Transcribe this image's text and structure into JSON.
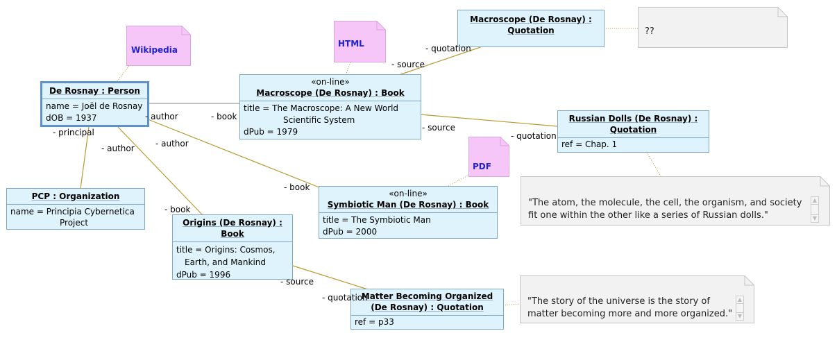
{
  "objects": {
    "person": {
      "title": "De Rosnay : Person",
      "attrs": [
        "name = Joël de Rosnay",
        "dOB = 1937"
      ]
    },
    "pcp": {
      "title": "PCP : Organization",
      "attrs": [
        "name = Principia Cybernetica",
        "Project"
      ]
    },
    "macroscope_book": {
      "stereotype": "«on-line»",
      "title": "Macroscope (De Rosnay) : Book",
      "attrs": [
        "title = The Macroscope: A New World",
        "Scientific System",
        "dPub = 1979"
      ]
    },
    "macroscope_quote": {
      "title1": "Macroscope (De Rosnay) :",
      "title2": "Quotation"
    },
    "russian_dolls": {
      "title1": "Russian Dolls (De Rosnay) :",
      "title2": "Quotation",
      "attrs": [
        "ref = Chap. 1"
      ]
    },
    "symbiotic": {
      "stereotype": "«on-line»",
      "title": "Symbiotic Man (De Rosnay) : Book",
      "attrs": [
        "title = The Symbiotic Man",
        "dPub = 2000"
      ]
    },
    "origins": {
      "title1": "Origins (De Rosnay) :",
      "title2": "Book",
      "attrs": [
        "title = Origins: Cosmos,",
        "Earth, and Mankind",
        "dPub = 1996"
      ]
    },
    "matter": {
      "title1": "Matter Becoming Organized",
      "title2": "(De Rosnay) : Quotation",
      "attrs": [
        "ref = p33"
      ]
    }
  },
  "notes": {
    "wikipedia": "Wikipedia",
    "html": "HTML",
    "pdf": "PDF",
    "unknown": "??",
    "russian_text": [
      "\"The atom, the molecule, the cell, the organism, and society",
      "fit one within the other like a series of Russian dolls.\""
    ],
    "matter_text": [
      "\"The story of the universe is the story of",
      "matter becoming more and more organized.\""
    ]
  },
  "labels": {
    "author1": "- author",
    "book1": "- book",
    "principal": "- principal",
    "author2": "- author",
    "author3": "- author",
    "book2": "- book",
    "book3": "- book",
    "quotation1": "- quotation",
    "source1": "- source",
    "source2": "- source",
    "quotation2": "- quotation",
    "source3": "- source",
    "quotation3": "- quotation"
  },
  "colors": {
    "object_fill": "#def3fb",
    "object_border": "#7ea7c4",
    "link": "#b89a2f",
    "note_pink": "#f5c6f7",
    "note_grey": "#f2f2f2"
  }
}
